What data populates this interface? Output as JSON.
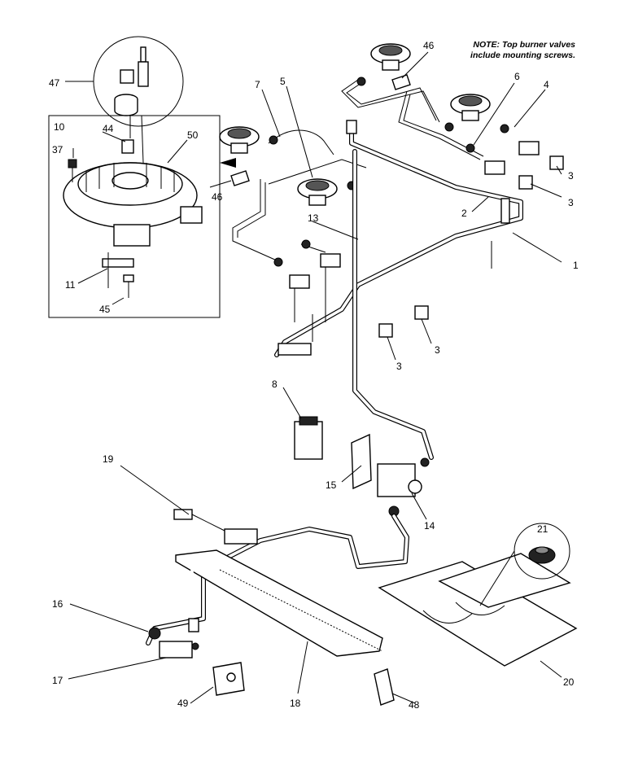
{
  "note": {
    "line1": "NOTE: Top burner valves",
    "line2": "include mounting screws."
  },
  "callouts": {
    "c1": "1",
    "c2": "2",
    "c3a": "3",
    "c3b": "3",
    "c3c": "3",
    "c3d": "3",
    "c4": "4",
    "c5": "5",
    "c6": "6",
    "c7": "7",
    "c8": "8",
    "c10": "10",
    "c11": "11",
    "c13": "13",
    "c14": "14",
    "c15": "15",
    "c16": "16",
    "c17": "17",
    "c18": "18",
    "c19": "19",
    "c20": "20",
    "c21": "21",
    "c37": "37",
    "c44": "44",
    "c45": "45",
    "c46a": "46",
    "c46b": "46",
    "c47": "47",
    "c48": "48",
    "c49": "49",
    "c50": "50"
  }
}
